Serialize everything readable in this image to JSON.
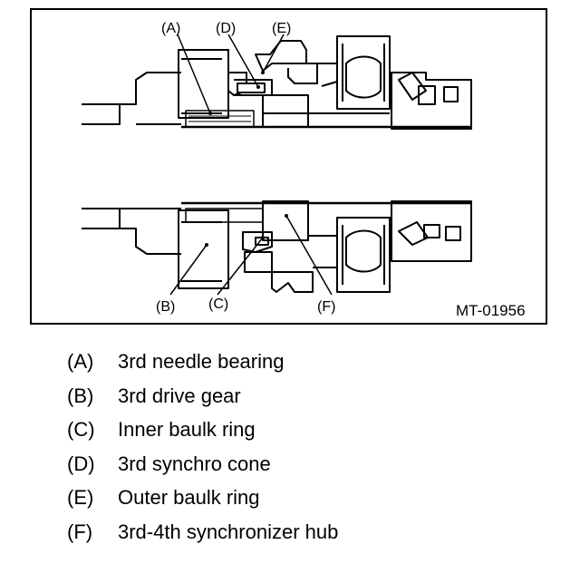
{
  "figure_id": "MT-01956",
  "callouts": {
    "a": "(A)",
    "b": "(B)",
    "c": "(C)",
    "d": "(D)",
    "e": "(E)",
    "f": "(F)"
  },
  "legend": [
    {
      "letter": "(A)",
      "text": "3rd needle bearing"
    },
    {
      "letter": "(B)",
      "text": "3rd drive gear"
    },
    {
      "letter": "(C)",
      "text": "Inner baulk ring"
    },
    {
      "letter": "(D)",
      "text": "3rd synchro cone"
    },
    {
      "letter": "(E)",
      "text": "Outer baulk ring"
    },
    {
      "letter": "(F)",
      "text": "3rd-4th synchronizer hub"
    }
  ]
}
